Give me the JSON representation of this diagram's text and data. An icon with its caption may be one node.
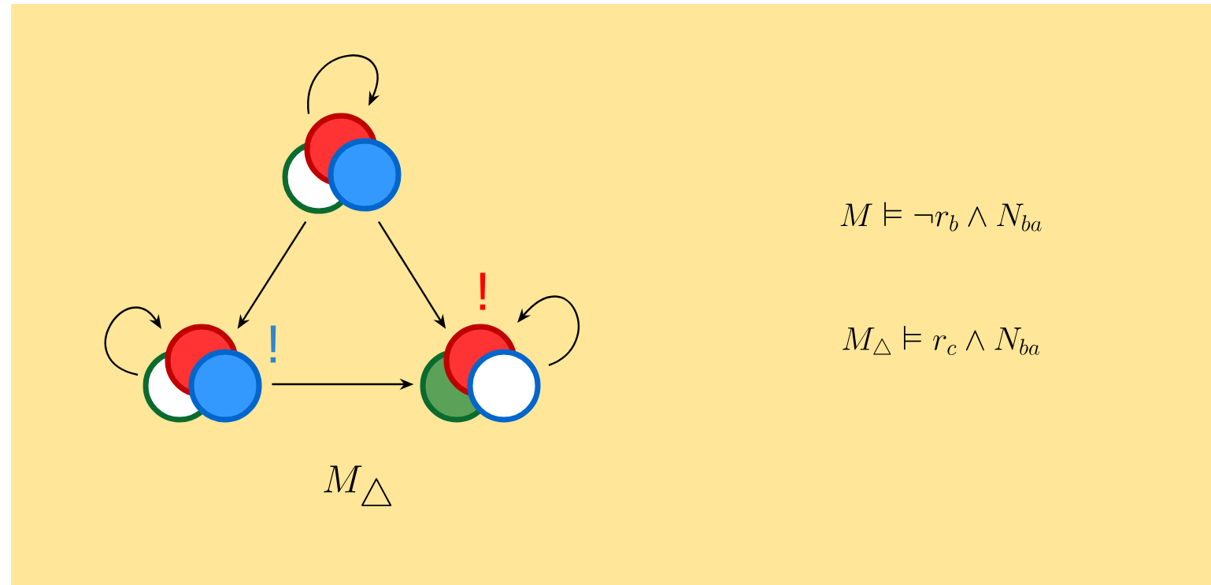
{
  "diagram": {
    "nodes": [
      {
        "text": [],
        "shape": "circle"
      },
      {
        "text": [],
        "shape": "circle",
        "beside": [
          "!"
        ]
      },
      {
        "text": [],
        "shape": "circle",
        "beside": [
          "!"
        ]
      }
    ],
    "edges": [
      {
        "from": 0,
        "to": 0,
        "arrow": "to"
      },
      {
        "from": 0,
        "to": 1,
        "arrow": "to"
      },
      {
        "from": 0,
        "to": 2,
        "arrow": "to"
      },
      {
        "from": 1,
        "to": 1,
        "arrow": "to"
      },
      {
        "from": 1,
        "to": 2,
        "arrow": "to"
      },
      {
        "from": 2,
        "to": 2,
        "arrow": "to"
      }
    ],
    "labels": [
      "M_{\\triangle}",
      "M \\vDash \\neg r_b \\wedge N_{ba}",
      "M_{\\triangle} \\vDash r_c \\wedge N_{ba}"
    ]
  }
}
